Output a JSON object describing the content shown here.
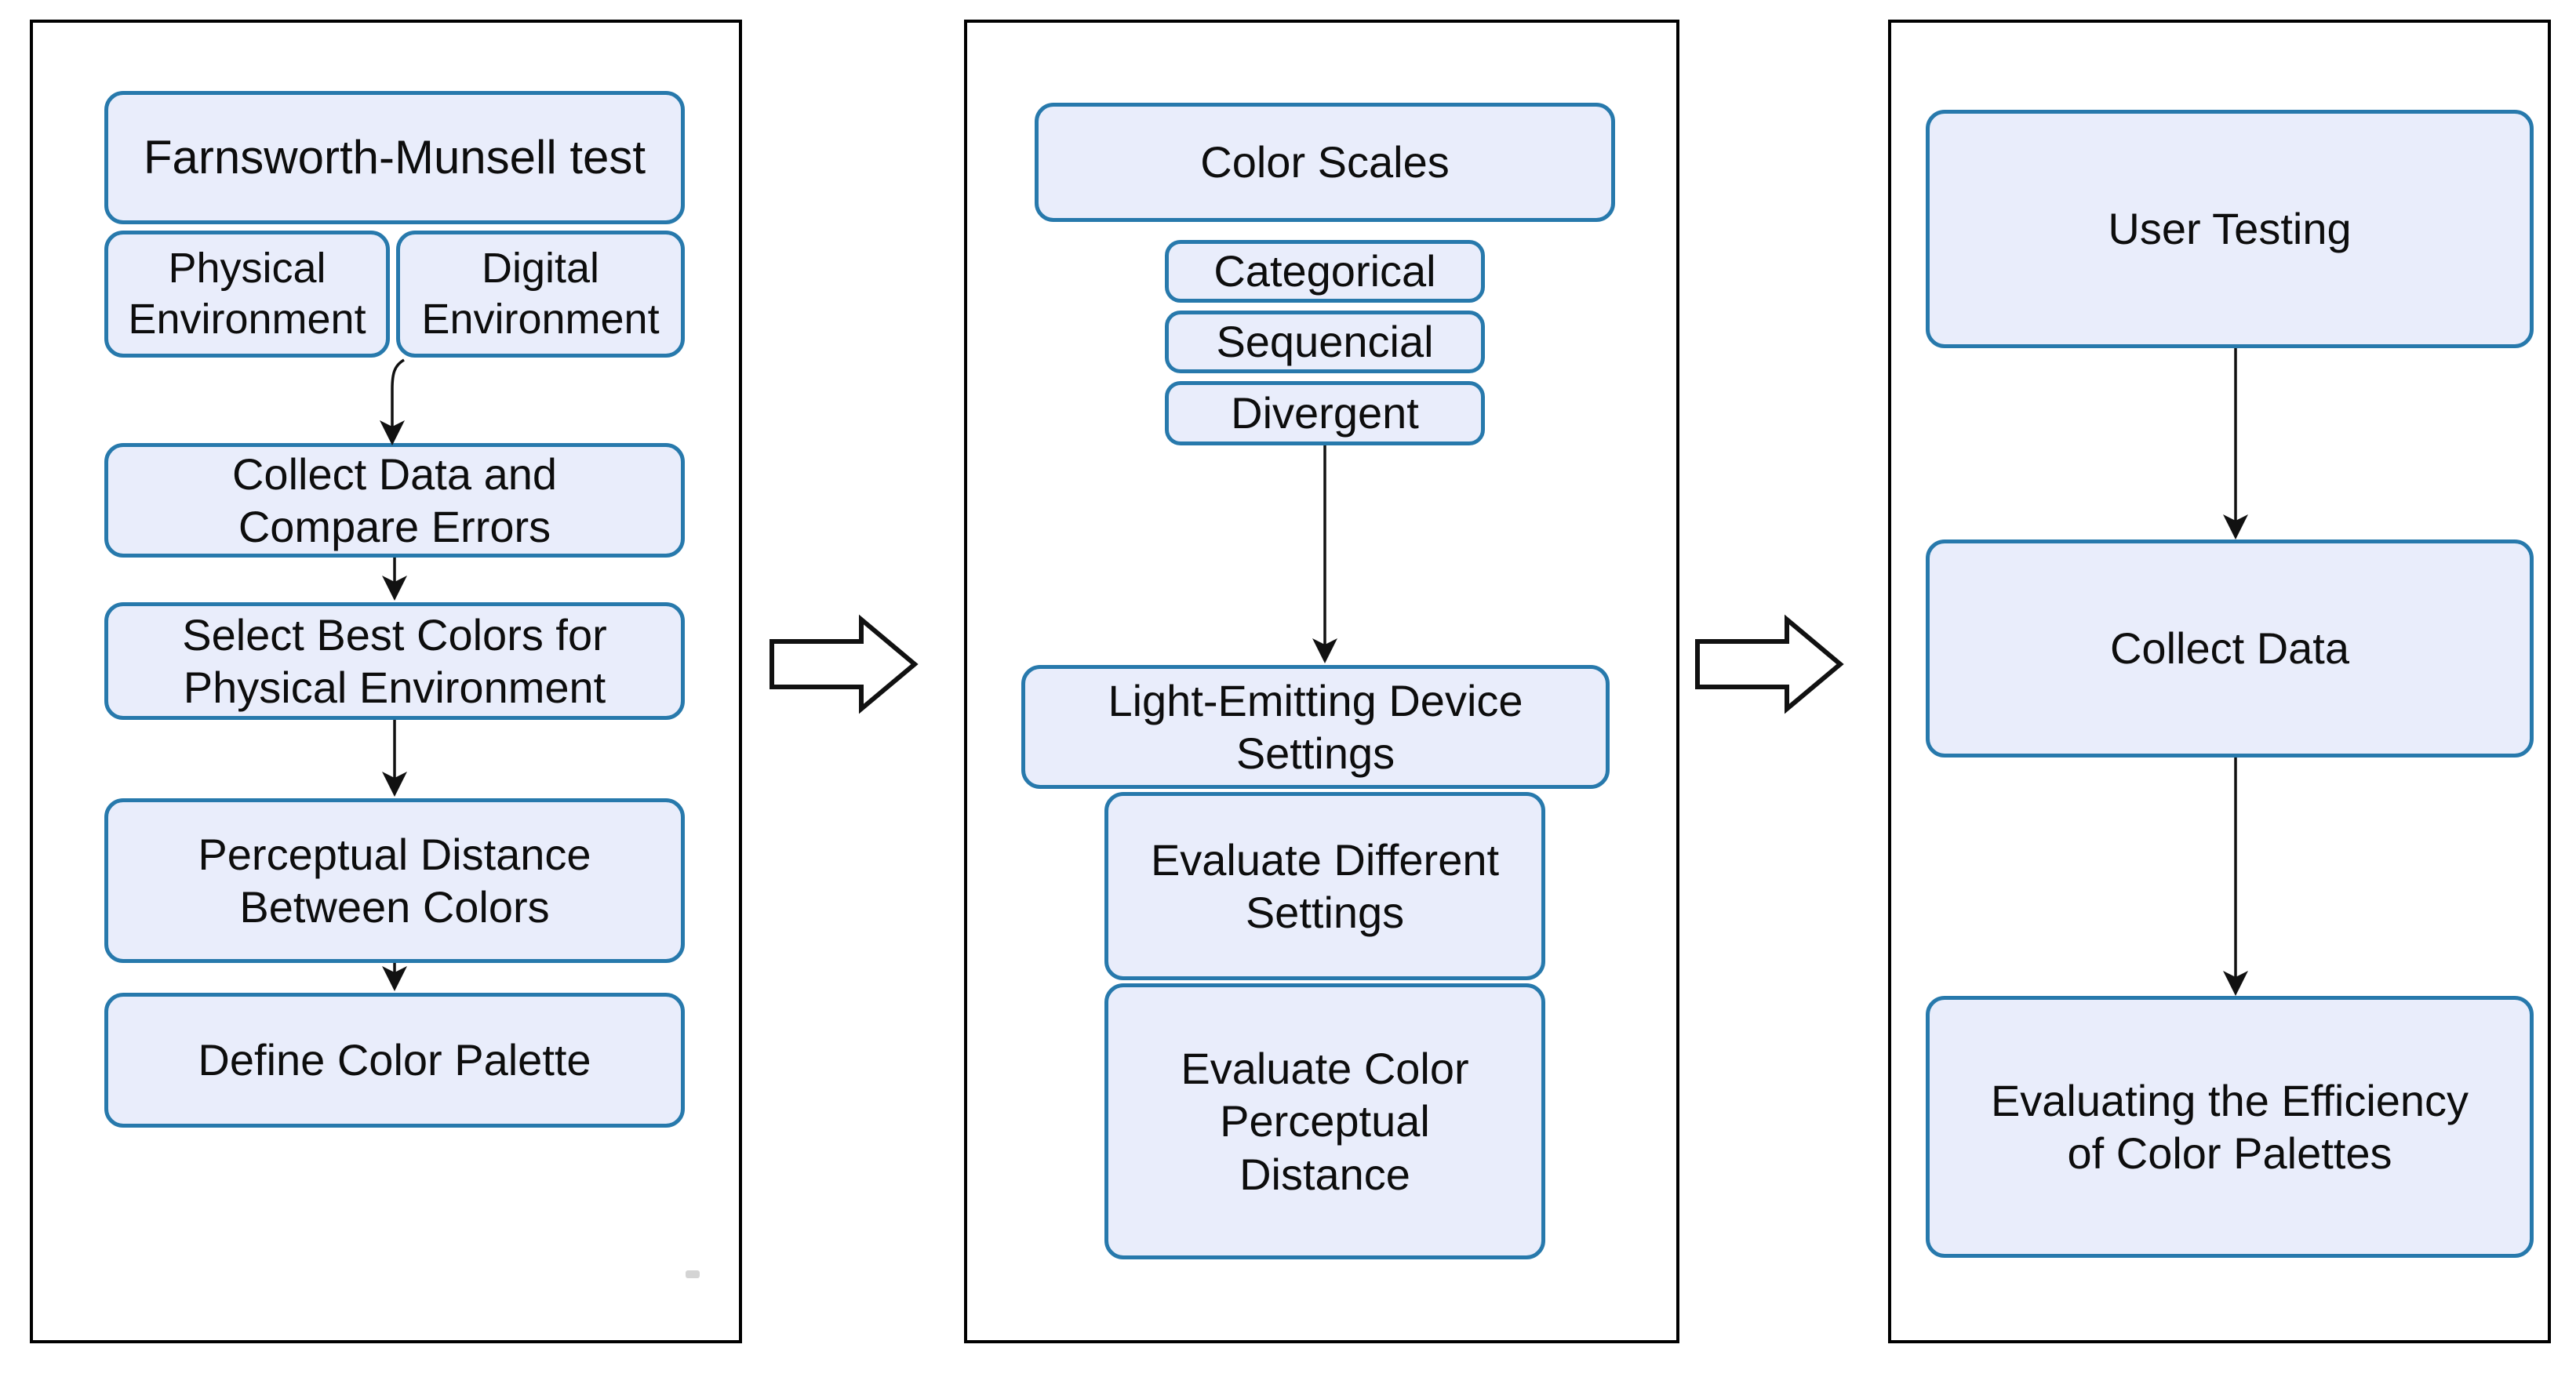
{
  "diagram": {
    "colors": {
      "box_fill": "#e9edfb",
      "box_border": "#2779ac",
      "panel_border": "#000000",
      "arrow_color": "#111111"
    },
    "panel1": {
      "box_farnsworth": "Farnsworth-Munsell test",
      "box_physical_env": "Physical\nEnvironment",
      "box_digital_env": "Digital\nEnvironment",
      "box_collect_compare": "Collect Data and\nCompare Errors",
      "box_select_best": "Select Best Colors for\nPhysical Environment",
      "box_perceptual_distance": "Perceptual Distance\nBetween Colors",
      "box_define_palette": "Define Color Palette"
    },
    "panel2": {
      "box_color_scales": "Color Scales",
      "box_categorical": "Categorical",
      "box_sequencial": "Sequencial",
      "box_divergent": "Divergent",
      "box_light_emitting": "Light-Emitting Device\nSettings",
      "box_evaluate_settings": "Evaluate Different\nSettings",
      "box_evaluate_distance": "Evaluate Color\nPerceptual\nDistance"
    },
    "panel3": {
      "box_user_testing": "User Testing",
      "box_collect_data": "Collect Data",
      "box_evaluating_efficiency": "Evaluating the Efficiency\nof Color Palettes"
    }
  }
}
